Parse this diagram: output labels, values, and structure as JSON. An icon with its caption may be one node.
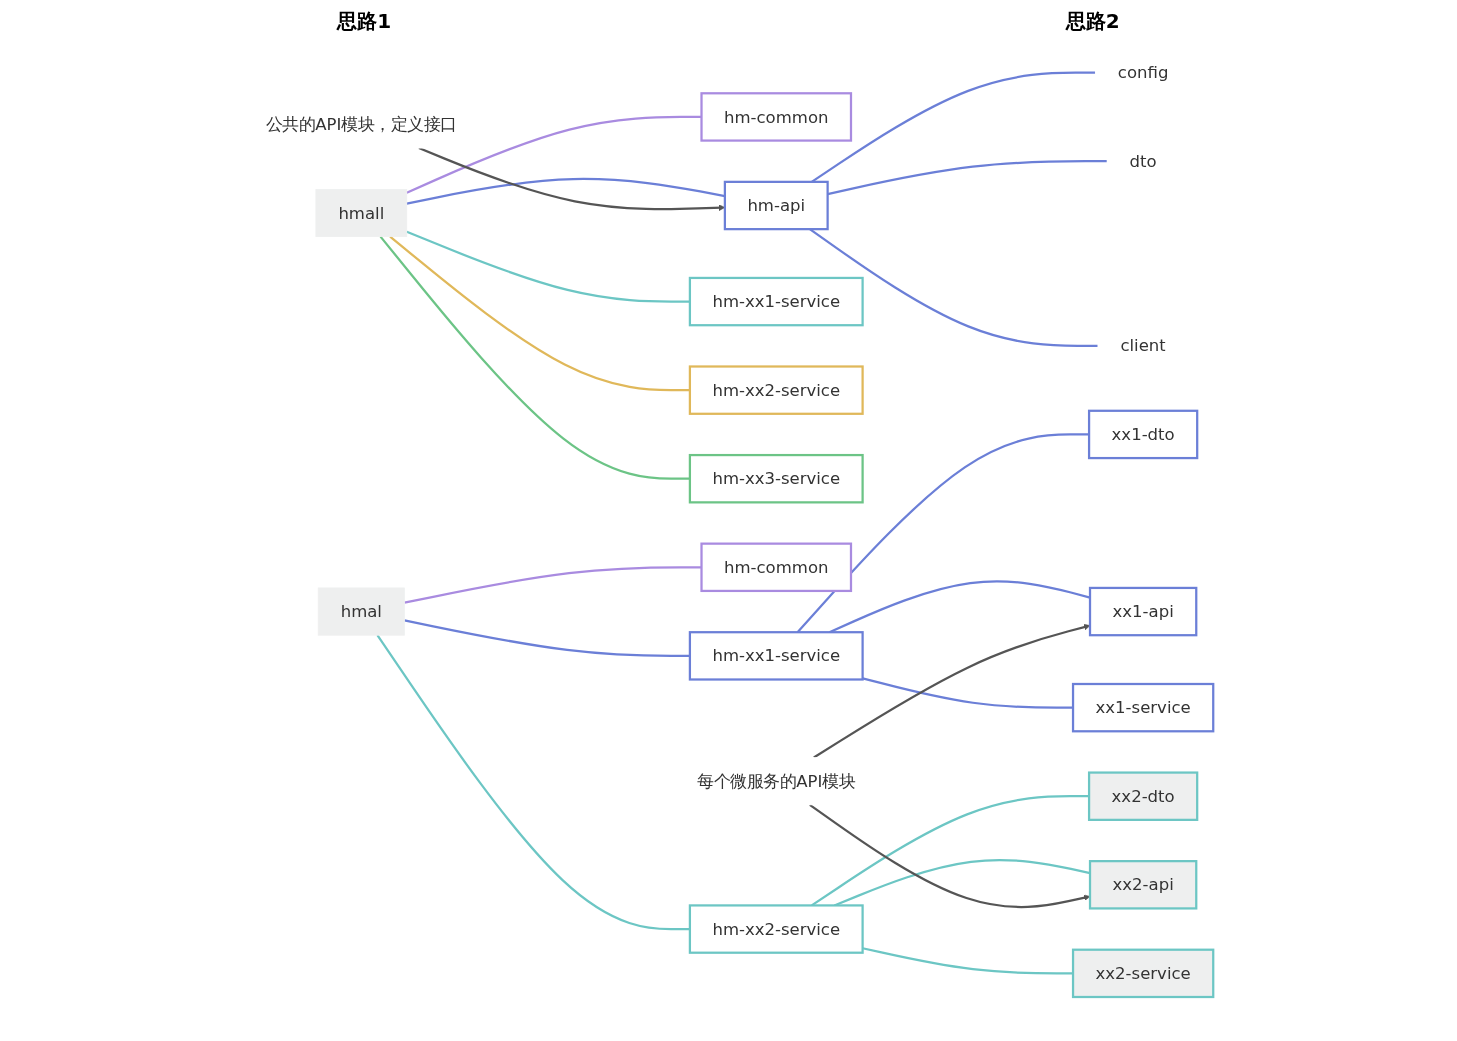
{
  "diagram": {
    "nodes": [
      {
        "text": [
          "hmall"
        ]
      },
      {
        "text": [
          "hm-common"
        ]
      },
      {
        "text": [
          "hm-api"
        ]
      },
      {
        "text": [
          "config"
        ]
      },
      {
        "text": [
          "dto"
        ]
      },
      {
        "text": [
          "client"
        ]
      },
      {
        "text": [
          "hm-xx1-service"
        ]
      },
      {
        "text": [
          "hm-xx2-service"
        ]
      },
      {
        "text": [
          "hm-xx3-service"
        ]
      },
      {
        "text": [
          "公共的API模块，定义接口"
        ]
      },
      {
        "text": [
          "hmal"
        ]
      },
      {
        "text": [
          "hm-common"
        ]
      },
      {
        "text": [
          "hm-xx1-service"
        ]
      },
      {
        "text": [
          "xx1-dto"
        ]
      },
      {
        "text": [
          "xx1-api"
        ]
      },
      {
        "text": [
          "xx1-service"
        ]
      },
      {
        "text": [
          "hm-xx2-service"
        ]
      },
      {
        "text": [
          "xx2-dto"
        ]
      },
      {
        "text": [
          "xx2-api"
        ]
      },
      {
        "text": [
          "xx2-service"
        ]
      },
      {
        "text": [
          "每个微服务的API模块"
        ]
      }
    ],
    "edges": [
      {
        "from": 0,
        "to": 1,
        "arrow": "none",
        "color": "#a98be0"
      },
      {
        "from": 0,
        "to": 2,
        "arrow": "none",
        "color": "#6b7fd7"
      },
      {
        "from": 2,
        "to": 3,
        "arrow": "none",
        "color": "#6b7fd7"
      },
      {
        "from": 2,
        "to": 4,
        "arrow": "none",
        "color": "#6b7fd7"
      },
      {
        "from": 2,
        "to": 5,
        "arrow": "none",
        "color": "#6b7fd7"
      },
      {
        "from": 0,
        "to": 6,
        "arrow": "none",
        "color": "#6cc6c4"
      },
      {
        "from": 0,
        "to": 7,
        "arrow": "none",
        "color": "#e0b85a"
      },
      {
        "from": 0,
        "to": 8,
        "arrow": "none",
        "color": "#6cc486"
      },
      {
        "from": 9,
        "to": 2,
        "arrow": "to",
        "color": "#555555"
      },
      {
        "from": 10,
        "to": 11,
        "arrow": "none",
        "color": "#a98be0"
      },
      {
        "from": 10,
        "to": 12,
        "arrow": "none",
        "color": "#6b7fd7"
      },
      {
        "from": 12,
        "to": 13,
        "arrow": "none",
        "color": "#6b7fd7"
      },
      {
        "from": 12,
        "to": 14,
        "arrow": "none",
        "color": "#6b7fd7"
      },
      {
        "from": 12,
        "to": 15,
        "arrow": "none",
        "color": "#6b7fd7"
      },
      {
        "from": 10,
        "to": 16,
        "arrow": "none",
        "color": "#6cc6c4"
      },
      {
        "from": 16,
        "to": 17,
        "arrow": "none",
        "color": "#6cc6c4"
      },
      {
        "from": 16,
        "to": 18,
        "arrow": "none",
        "color": "#6cc6c4"
      },
      {
        "from": 16,
        "to": 19,
        "arrow": "none",
        "color": "#6cc6c4"
      },
      {
        "from": 20,
        "to": 14,
        "arrow": "to",
        "color": "#555555"
      },
      {
        "from": 20,
        "to": 18,
        "arrow": "to",
        "color": "#555555"
      }
    ],
    "labels": [
      "思路1",
      "思路2"
    ]
  }
}
